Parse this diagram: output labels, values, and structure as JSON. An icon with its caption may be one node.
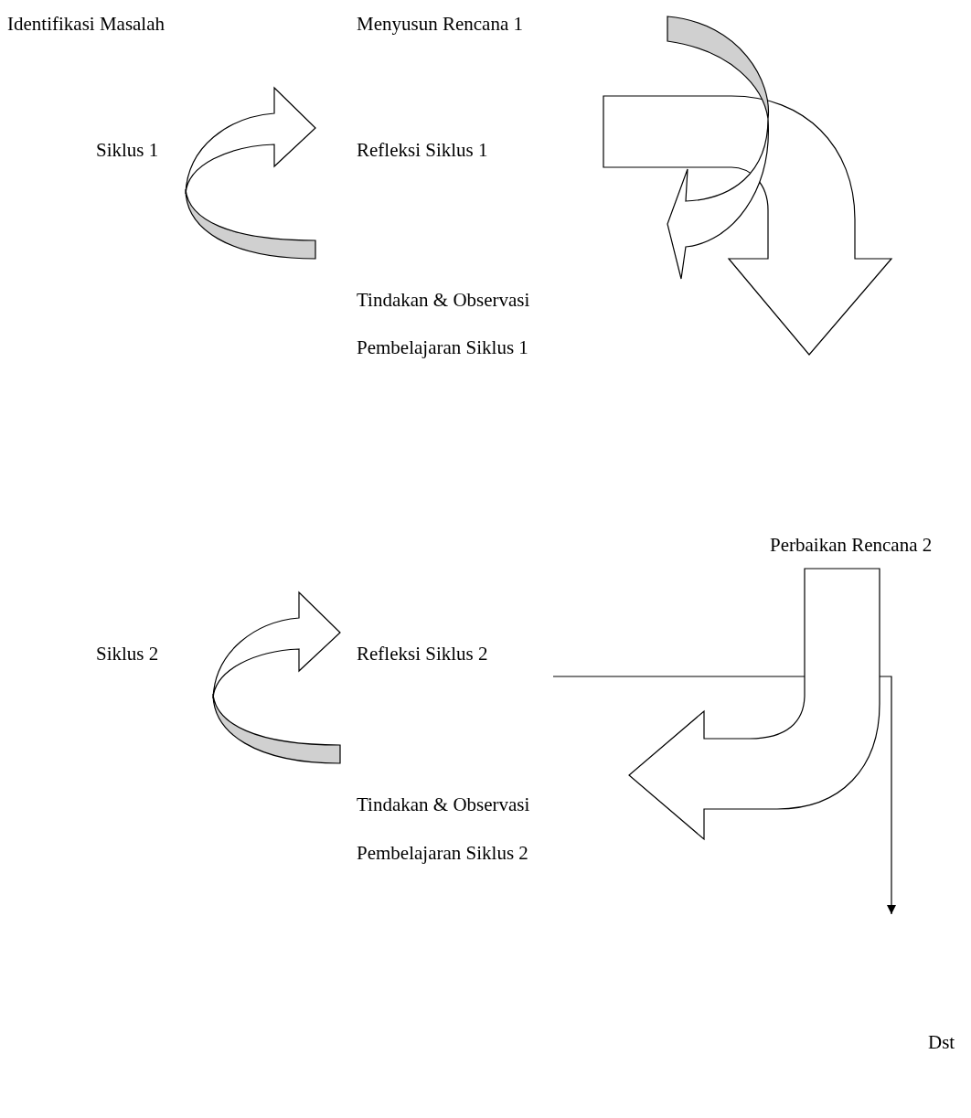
{
  "diagram": {
    "labels": [
      "Identifikasi Masalah",
      "Menyusun Rencana 1",
      "Siklus 1",
      "Refleksi Siklus 1",
      "Tindakan & Observasi",
      "Pembelajaran Siklus 1",
      "Perbaikan Rencana 2",
      "Siklus 2",
      "Refleksi Siklus 2",
      "Tindakan & Observasi",
      "Pembelajaran Siklus 2",
      "Dst"
    ]
  }
}
